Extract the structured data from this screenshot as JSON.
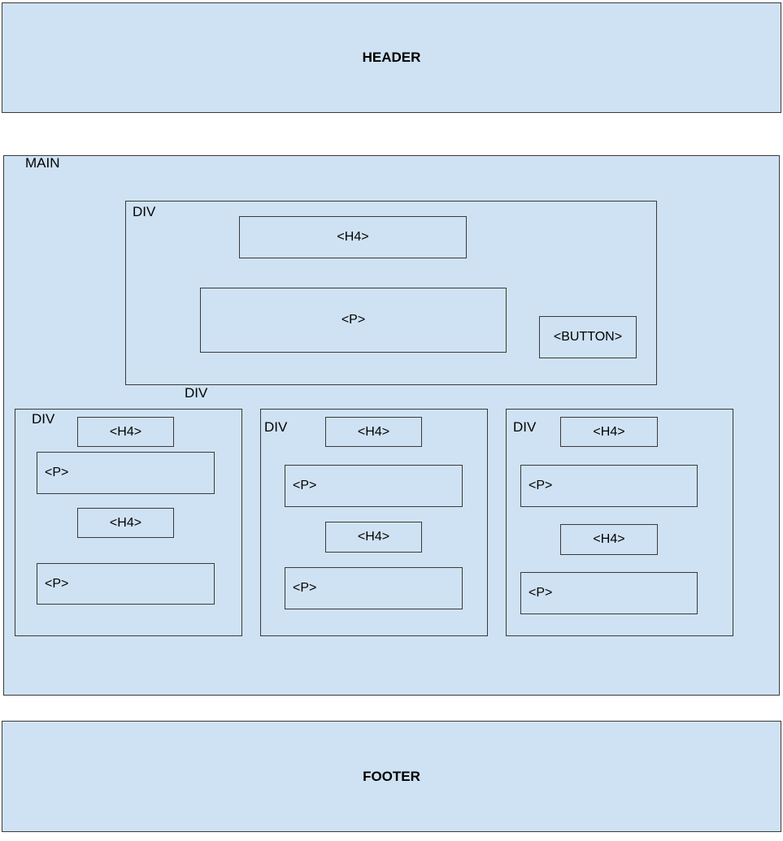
{
  "header": {
    "label": "HEADER"
  },
  "main": {
    "label": "MAIN",
    "top_div": {
      "label": "DIV",
      "heading_label": "<H4>",
      "paragraph_label": "<P>",
      "button_label": "<BUTTON>"
    },
    "row_label": "DIV",
    "columns": [
      {
        "label": "DIV",
        "items": [
          "<H4>",
          "<P>",
          "<H4>",
          "<P>"
        ]
      },
      {
        "label": "DIV",
        "items": [
          "<H4>",
          "<P>",
          "<H4>",
          "<P>"
        ]
      },
      {
        "label": "DIV",
        "items": [
          "<H4>",
          "<P>",
          "<H4>",
          "<P>"
        ]
      }
    ]
  },
  "footer": {
    "label": "FOOTER"
  },
  "colors": {
    "box_fill": "#cfe2f3",
    "box_border": "#3a3a3a",
    "background": "#ffffff"
  }
}
